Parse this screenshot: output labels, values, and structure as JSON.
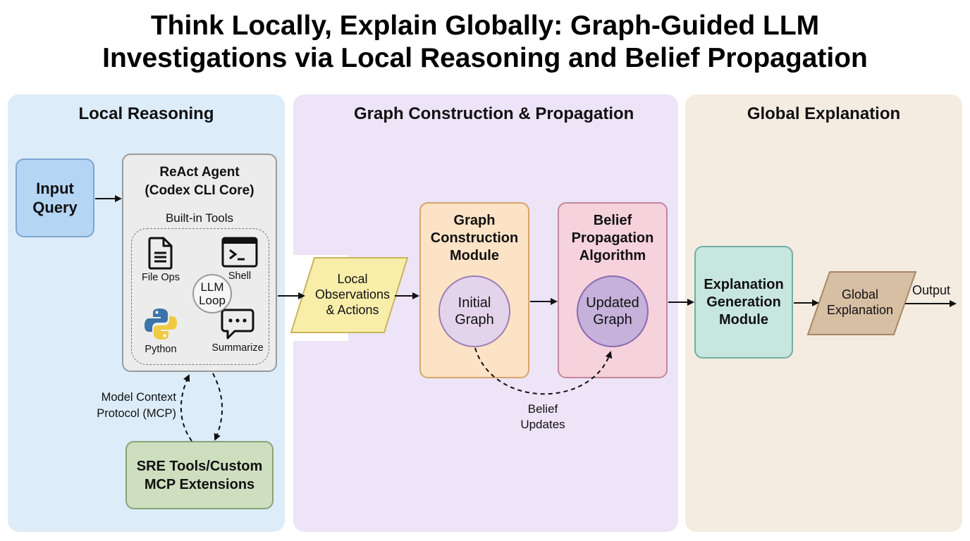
{
  "title": {
    "line1": "Think Locally, Explain Globally: Graph-Guided LLM",
    "line2": "Investigations via Local Reasoning and Belief Propagation"
  },
  "panels": {
    "local": {
      "title": "Local Reasoning",
      "color": "#dcecf8"
    },
    "graph": {
      "title": "Graph Construction & Propagation",
      "color": "#ede4f8"
    },
    "global": {
      "title": "Global Explanation",
      "color": "#f4ece1"
    }
  },
  "local": {
    "input_query": {
      "line1": "Input",
      "line2": "Query"
    },
    "react_agent": {
      "line1": "ReAct Agent",
      "line2": "(Codex CLI Core)",
      "builtin_label": "Built-in Tools",
      "tools": [
        {
          "label": "File Ops",
          "icon": "file-document-icon"
        },
        {
          "label": "Shell",
          "icon": "terminal-icon"
        },
        {
          "label": "Python",
          "icon": "python-logo-icon"
        },
        {
          "label": "Summarize",
          "icon": "chat-bubble-icon"
        }
      ],
      "llm_loop": {
        "line1": "LLM",
        "line2": "Loop"
      }
    },
    "mcp_label": {
      "line1": "Model Context",
      "line2": "Protocol (MCP)"
    },
    "sre_tools": {
      "line1": "SRE Tools/Custom",
      "line2": "MCP Extensions"
    }
  },
  "graph": {
    "local_observations": {
      "line1": "Local",
      "line2": "Observations",
      "line3": "& Actions"
    },
    "graph_module": {
      "line1": "Graph",
      "line2": "Construction",
      "line3": "Module"
    },
    "initial_graph": {
      "line1": "Initial",
      "line2": "Graph"
    },
    "belief_module": {
      "line1": "Belief",
      "line2": "Propagation",
      "line3": "Algorithm"
    },
    "updated_graph": {
      "line1": "Updated",
      "line2": "Graph"
    },
    "belief_updates": {
      "line1": "Belief",
      "line2": "Updates"
    }
  },
  "global": {
    "explanation_module": {
      "line1": "Explanation",
      "line2": "Generation",
      "line3": "Module"
    },
    "global_explanation": {
      "line1": "Global",
      "line2": "Explanation"
    },
    "output_label": "Output"
  }
}
